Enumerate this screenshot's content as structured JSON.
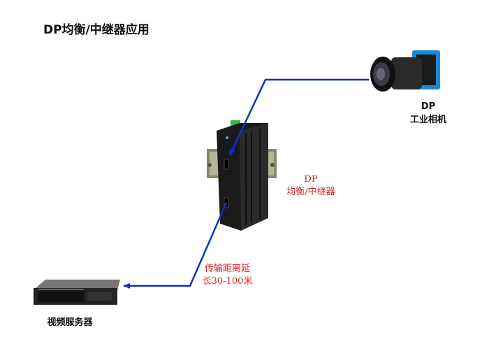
{
  "title": "DP均衡/中继器应用",
  "camera": {
    "line1": "DP",
    "line2": "工业相机"
  },
  "device": {
    "line1": "DP",
    "line2": "均衡/中继器"
  },
  "distance": {
    "line1": "传输距离延",
    "line2": "长30-100米"
  },
  "server": {
    "label": "视频服务器"
  },
  "colors": {
    "cable": "#1030c0",
    "red_text": "#e02020"
  }
}
